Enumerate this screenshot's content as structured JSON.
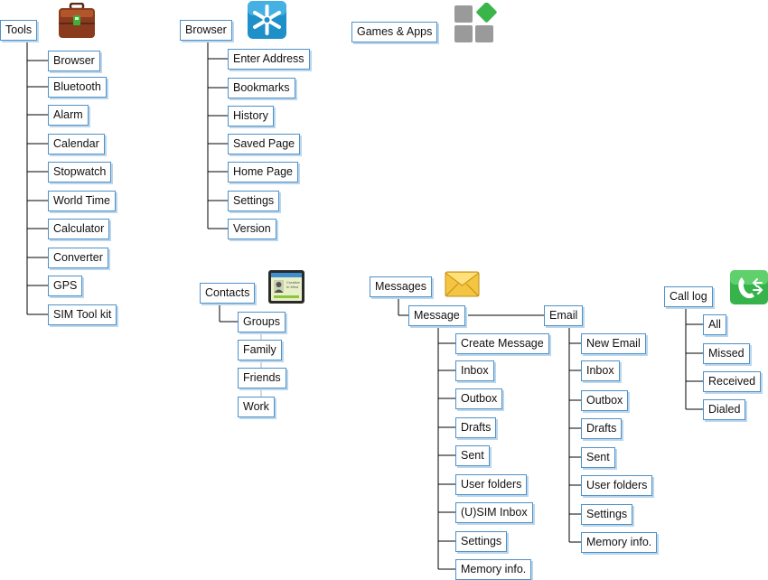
{
  "tools": {
    "label": "Tools",
    "icon": "toolbox-icon",
    "items": [
      "Browser",
      "Bluetooth",
      "Alarm",
      "Calendar",
      "Stopwatch",
      "World Time",
      "Calculator",
      "Converter",
      "GPS",
      "SIM Tool kit"
    ]
  },
  "browser": {
    "label": "Browser",
    "icon": "browser-star-icon",
    "items": [
      "Enter Address",
      "Bookmarks",
      "History",
      "Saved Page",
      "Home Page",
      "Settings",
      "Version"
    ]
  },
  "games": {
    "label": "Games & Apps",
    "icon": "apps-grid-icon"
  },
  "contacts": {
    "label": "Contacts",
    "icon": "contact-card-icon",
    "card_text": [
      "Creative",
      "In Mind"
    ],
    "groups_label": "Groups",
    "groups_items": [
      "Family",
      "Friends",
      "Work"
    ]
  },
  "messages": {
    "label": "Messages",
    "icon": "envelope-icon",
    "message": {
      "label": "Message",
      "items": [
        "Create Message",
        "Inbox",
        "Outbox",
        "Drafts",
        "Sent",
        "User folders",
        "(U)SIM Inbox",
        "Settings",
        "Memory info."
      ]
    },
    "email": {
      "label": "Email",
      "items": [
        "New Email",
        "Inbox",
        "Outbox",
        "Drafts",
        "Sent",
        "User folders",
        "Settings",
        "Memory info."
      ]
    }
  },
  "call_log": {
    "label": "Call log",
    "icon": "call-log-icon",
    "items": [
      "All",
      "Missed",
      "Received",
      "Dialed"
    ]
  },
  "colors": {
    "box_border": "#4f91c8",
    "box_shadow": "#bcd6ec",
    "connector": "#000000",
    "connector_light": "#9fb6c8"
  }
}
